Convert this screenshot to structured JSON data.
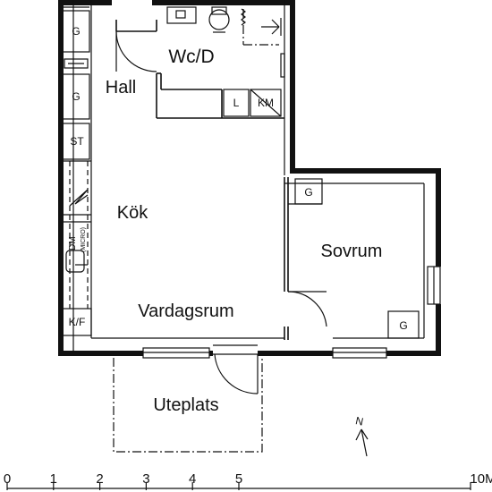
{
  "rooms": {
    "hall": "Hall",
    "wc": "Wc/D",
    "kok": "Kök",
    "sovrum": "Sovrum",
    "vardagsrum": "Vardagsrum",
    "uteplats": "Uteplats"
  },
  "fixtures": {
    "g1": "G",
    "g2": "G",
    "st": "ST",
    "dm": "DM",
    "micro": "(MICRO)",
    "kf": "K/F",
    "g_sovrum_top": "G",
    "g_sovrum_bottom": "G",
    "l": "L",
    "km": "KM"
  },
  "north": "N",
  "scale": {
    "ticks": [
      "0",
      "1",
      "2",
      "3",
      "4",
      "5",
      "10M"
    ],
    "tick_values_m": [
      0,
      1,
      2,
      3,
      4,
      5,
      10
    ]
  }
}
